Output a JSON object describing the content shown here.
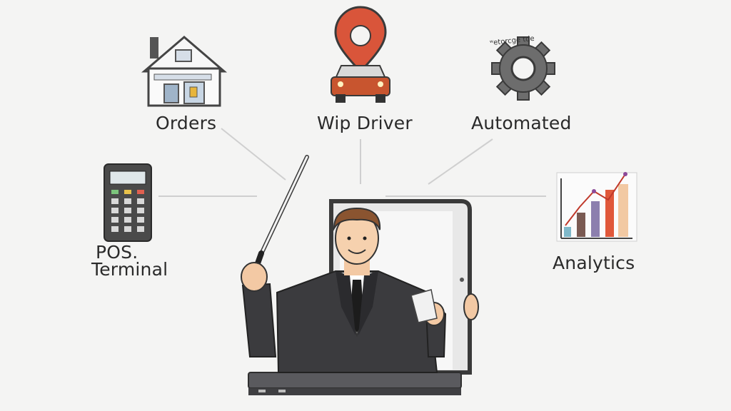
{
  "nodes": {
    "orders": "Orders",
    "driver": "Wip Driver",
    "automated": "Automated",
    "automated_caption": "ʷetorcge tde",
    "pos_line1": "POS.",
    "pos_line2": "Terminal",
    "analytics": "Analytics"
  },
  "colors": {
    "background": "#f4f4f3",
    "pin": "#d9553a",
    "car": "#c8552f",
    "gear": "#6d6d6d",
    "suit": "#3b3b3e",
    "chart_bars": [
      "#7a5a52",
      "#8c7fae",
      "#e0583a",
      "#f2c9a3"
    ]
  },
  "icons": [
    "house-icon",
    "location-pin-car-icon",
    "gear-icon",
    "pos-terminal-icon",
    "analytics-chart-icon"
  ]
}
